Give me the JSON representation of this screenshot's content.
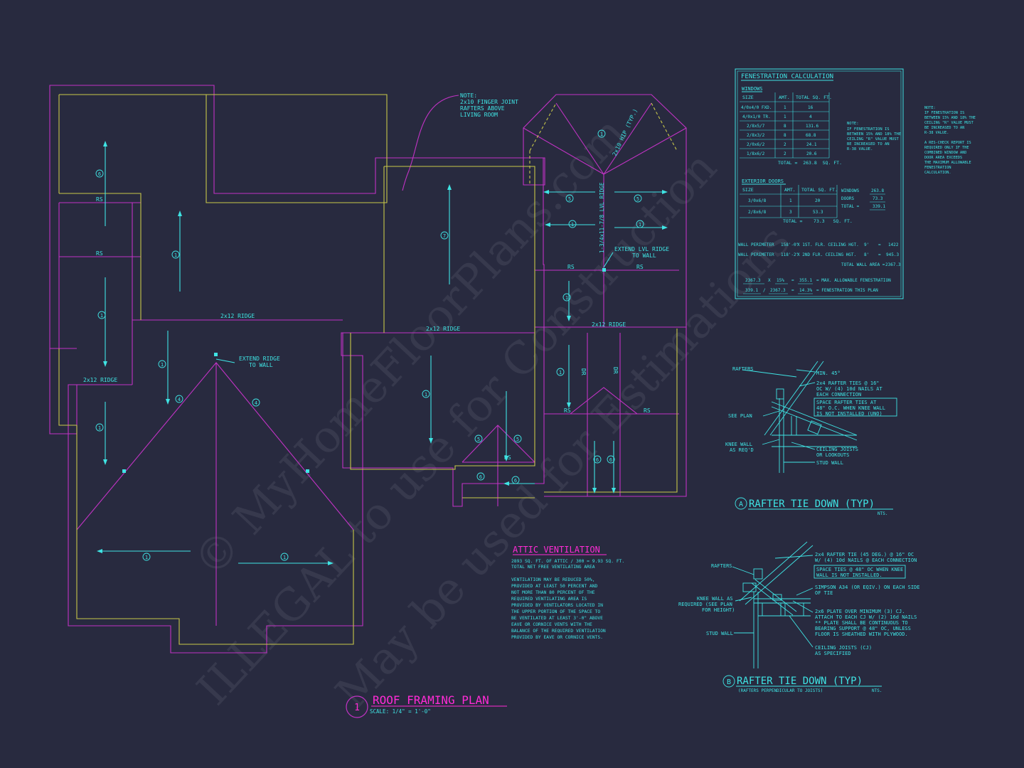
{
  "colors": {
    "background": "#282a3f",
    "magenta": "#c133c4",
    "yellow": "#c8c84a",
    "cyan": "#3fe4e4",
    "pink": "#ff2bd6"
  },
  "watermark": {
    "line1": "© MyHomeFloorPlans.com",
    "line2": "ILLEGAL to use for Construction",
    "line3": "May be used for Estimations"
  },
  "plan": {
    "number": "1",
    "title": "ROOF FRAMING PLAN",
    "scale": "SCALE: 1/4\" = 1'-0\"",
    "note_finger_joint": [
      "NOTE:",
      "2x10 FINGER JOINT",
      "RAFTERS ABOVE",
      "LIVING ROOM"
    ],
    "labels": {
      "ridge": "2x12 RIDGE",
      "rs": "RS",
      "dr": "DR",
      "hip": "2x10 HIP (TYP.)",
      "lvl_ridge": "1-3/4x11-7/8 LVL RIDGE",
      "extend_ridge": [
        "EXTEND RIDGE",
        "TO WALL"
      ],
      "extend_lvl": [
        "EXTEND LVL RIDGE",
        "TO WALL"
      ],
      "m1": "1",
      "m4": "4",
      "m5": "5",
      "m6": "6",
      "m7": "7"
    }
  },
  "fenestration": {
    "title": "FENESTRATION CALCULATION",
    "windows_title": "WINDOWS",
    "windows_headers": [
      "SIZE",
      "AMT.",
      "TOTAL SQ. FT."
    ],
    "windows_rows": [
      [
        "4/0x4/0 FXD.",
        "1",
        "16"
      ],
      [
        "4/0x1/0 TR.",
        "1",
        "4"
      ],
      [
        "2/8x5/7",
        "8",
        "131.6"
      ],
      [
        "2/8x3/2",
        "8",
        "68.8"
      ],
      [
        "2/0x6/2",
        "2",
        "24.1"
      ],
      [
        "1/8x6/2",
        "2",
        "20.6"
      ]
    ],
    "windows_total": "TOTAL =  263.8  SQ. FT.",
    "middle_note": [
      "NOTE:",
      "IF FENESTRATION IS",
      "BETWEEN 15% AND 18% THE",
      "CEILING \"R\" VALUE MUST",
      "BE INCREASED TO AN",
      "R-38 VALUE."
    ],
    "doors_title": "EXTERIOR DOORS",
    "doors_headers": [
      "SIZE",
      "AMT.",
      "TOTAL SQ. FT."
    ],
    "doors_rows": [
      [
        "3/0x6/8",
        "1",
        "20"
      ],
      [
        "2/8x6/8",
        "3",
        "53.3"
      ]
    ],
    "doors_total": "TOTAL =    73.3   SQ. FT.",
    "summary": [
      [
        "WINDOWS",
        "263.8"
      ],
      [
        "DOORS",
        "73.3"
      ],
      [
        "TOTAL =",
        "339.1"
      ]
    ],
    "wall1": [
      "WALL PERIMETER",
      "158'-0\"",
      "X 1ST. FLR. CEILING HGT.",
      "9'",
      "=",
      "1422"
    ],
    "wall2": [
      "WALL PERIMETER",
      "118'-2\"",
      "X 2ND FLR. CEILING HGT.",
      "8'",
      "=",
      "945.3"
    ],
    "wall_total": [
      "TOTAL WALL AREA =",
      "2367.3"
    ],
    "calc1": [
      "2367.3",
      "X",
      "15%",
      "=",
      "355.1",
      "= MAX. ALLOWABLE FENESTRATION"
    ],
    "calc2": [
      "339.1",
      "/",
      "2367.3",
      "=",
      "14.3%",
      "= FENESTRATION THIS PLAN"
    ]
  },
  "side_note": [
    "NOTE:",
    "IF FENESTRATION IS",
    "BETWEEN 15% AND 18% THE",
    "CEILING \"R\" VALUE MUST",
    "BE INCREASED TO AN",
    "R-38 VALUE.",
    "",
    "A RES-CHECK REPORT IS",
    "REQUIRED ONLY IF THE",
    "COMBINED WINDOW AND",
    "DOOR AREA EXCEEDS",
    "THE MAXIMUM ALLOWABLE",
    "FENESTRATION",
    "CALCULATION."
  ],
  "attic": {
    "title": "ATTIC VENTILATION",
    "line1": [
      "2893 SQ. FT. OF ATTIC / 300 = 9.93 SQ. FT.",
      "TOTAL NET FREE VENTILATING AREA"
    ],
    "body": [
      "VENTILATION MAY BE REDUCED 50%,",
      "PROVIDED AT LEAST 50 PERCENT AND",
      "NOT MORE THAN 80 PERCENT OF THE",
      "REQUIRED VENTILATING AREA IS",
      "PROVIDED BY VENTILATORS LOCATED IN",
      "THE UPPER PORTION OF THE SPACE TO",
      "BE VENTILATED AT LEAST 3'-0\" ABOVE",
      "EAVE OR CORNICE VENTS WITH THE",
      "BALANCE OF THE REQUIRED VENTILATION",
      "PROVIDED BY EAVE OR CORNICE VENTS."
    ]
  },
  "detailA": {
    "marker": "A",
    "title": "RAFTER TIE DOWN (TYP)",
    "nts": "NTS.",
    "rafters": "RAFTERS",
    "see_plan": "SEE PLAN",
    "knee_wall": [
      "KNEE WALL",
      "AS REQ'D"
    ],
    "min": "MIN. 45°",
    "ties": [
      "2x4 RAFTER TIES @ 16\"",
      "OC W/ (4) 10d NAILS AT",
      "EACH CONNECTION"
    ],
    "space": [
      "SPACE RAFTER TIES AT",
      "48\" O.C. WHEN KNEE WALL",
      "IS NOT INSTALLED (UNO)"
    ],
    "ceiling": [
      "CEILING JOISTS",
      "OR LOOKOUTS"
    ],
    "stud": "STUD WALL"
  },
  "detailB": {
    "marker": "B",
    "title": "RAFTER TIE DOWN (TYP)",
    "subtitle": "(RAFTERS PERPENDICULAR TO JOISTS)",
    "nts": "NTS.",
    "rafters": "RAFTERS",
    "knee_wall": [
      "KNEE WALL AS",
      "REQUIRED (SEE PLAN",
      "FOR HEIGHT)"
    ],
    "stud": "STUD WALL",
    "tie": [
      "2x4 RAFTER TIE (45 DEG.) @ 16\" OC",
      "W/ (4) 10d NAILS @ EACH CONNECTION"
    ],
    "space": [
      "SPACE TIES @ 48\" OC WHEN KNEE",
      "WALL IS NOT INSTALLED."
    ],
    "simpson": [
      "SIMPSON A34 (OR EQIV.) ON EACH SIDE",
      "OF TIE"
    ],
    "plate": [
      "2x6 PLATE OVER MINIMUM (3) CJ.",
      "ATTACH TO EACH CJ W/ (2) 16d NAILS",
      "** PLATE SHALL BE CONTINUOUS TO",
      "BEARING SUPPORT @ 48\" OC, UNLESS",
      "FLOOR IS SHEATHED WITH PLYWOOD."
    ],
    "ceiling": [
      "CEILING JOISTS (CJ)",
      "AS SPECIFIED"
    ]
  }
}
